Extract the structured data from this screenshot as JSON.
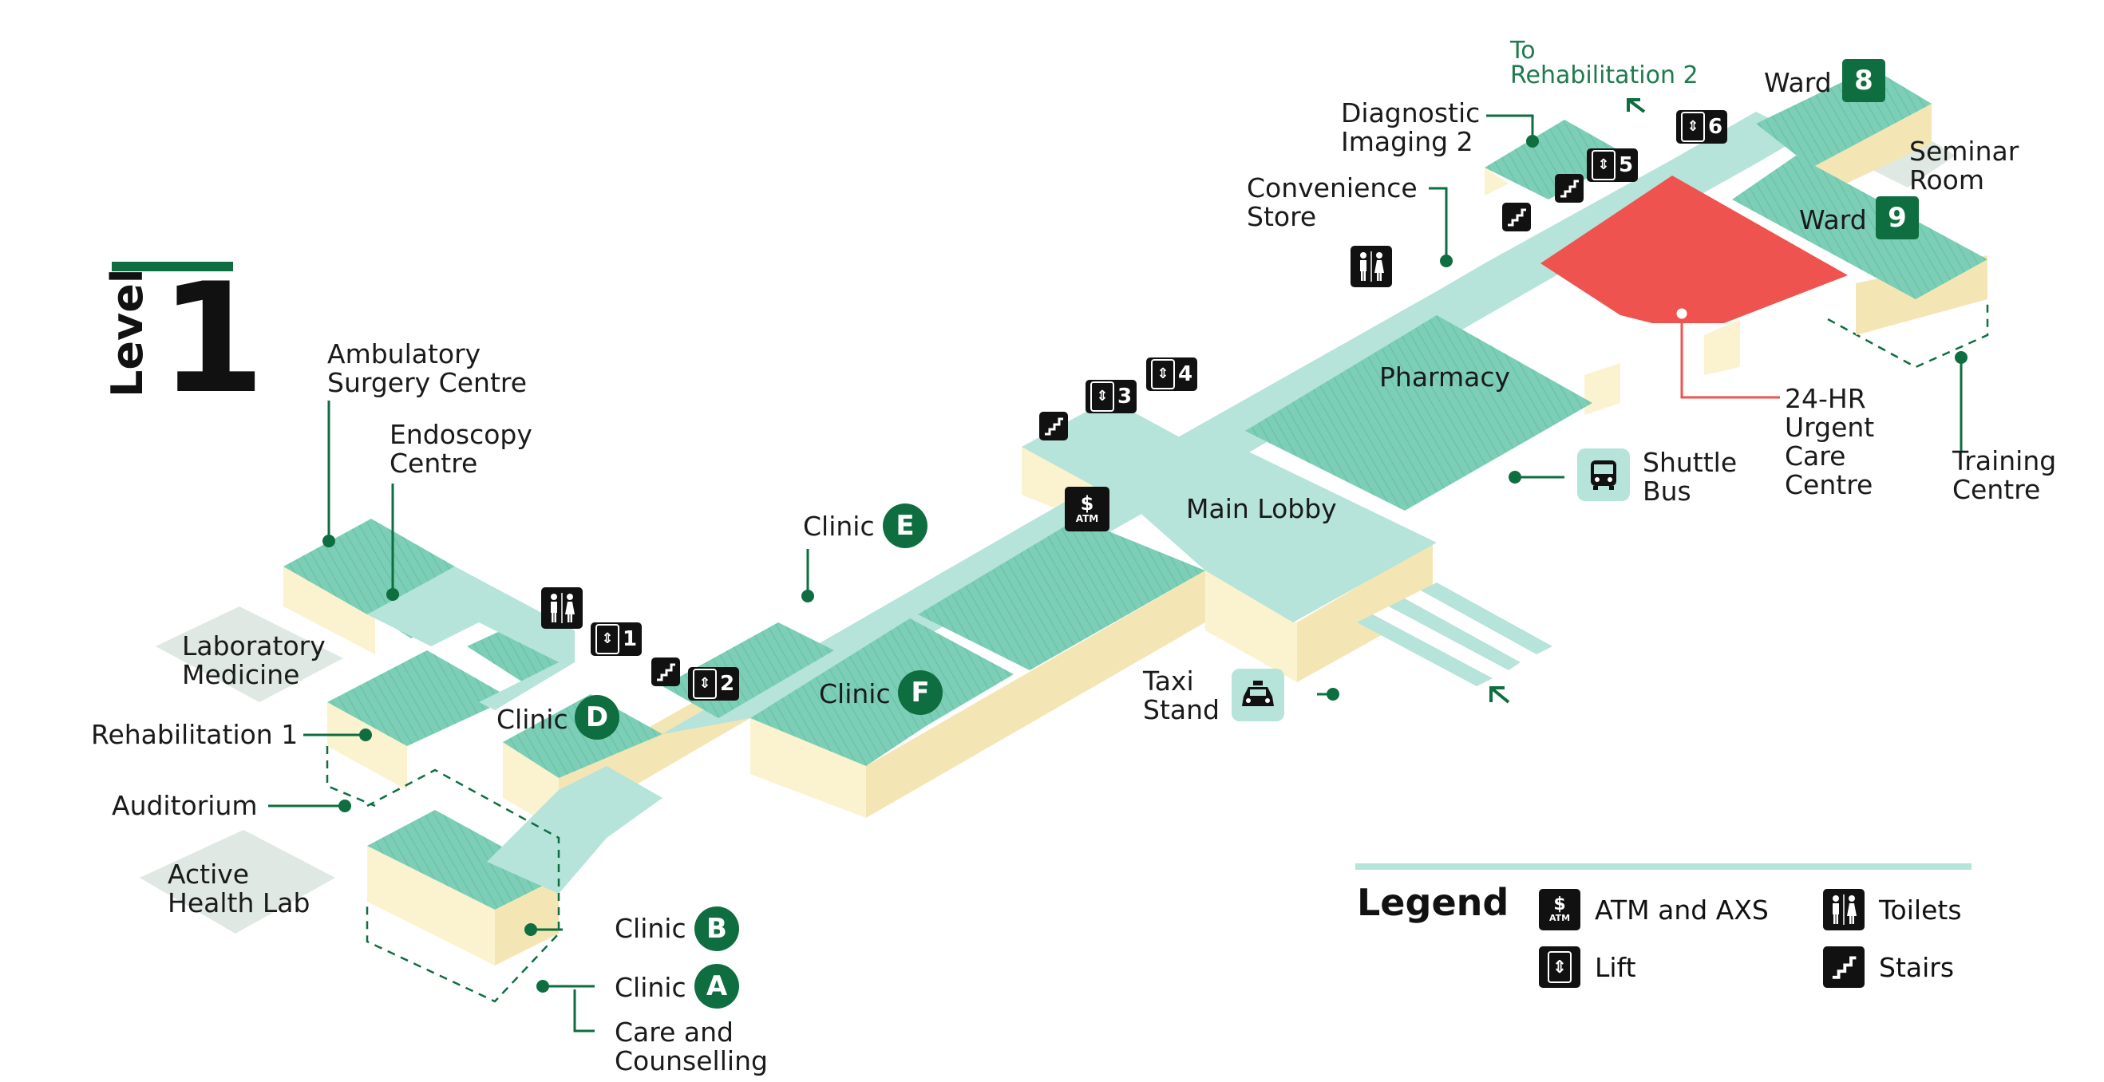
{
  "level": {
    "word": "Level",
    "number": "1"
  },
  "labels": {
    "ambulatory": "Ambulatory\nSurgery Centre",
    "endoscopy": "Endoscopy\nCentre",
    "laboratory": "Laboratory\nMedicine",
    "rehab1": "Rehabilitation 1",
    "auditorium": "Auditorium",
    "active_health": "Active\nHealth Lab",
    "clinic_word": "Clinic",
    "care_counselling": "Care and\nCounselling",
    "main_lobby": "Main Lobby",
    "pharmacy": "Pharmacy",
    "taxi": "Taxi\nStand",
    "shuttle": "Shuttle\nBus",
    "urgent": "24-HR\nUrgent\nCare\nCentre",
    "training": "Training\nCentre",
    "seminar": "Seminar\nRoom",
    "ward_word": "Ward",
    "diagnostic": "Diagnostic\nImaging 2",
    "convenience": "Convenience\nStore",
    "to_rehab2": "To\nRehabilitation 2"
  },
  "clinics": {
    "a": "A",
    "b": "B",
    "d": "D",
    "e": "E",
    "f": "F"
  },
  "wards": {
    "w8": "8",
    "w9": "9"
  },
  "lifts": {
    "l1": "1",
    "l2": "2",
    "l3": "3",
    "l4": "4",
    "l5": "5",
    "l6": "6"
  },
  "atm_text": "ATM",
  "legend": {
    "title": "Legend",
    "atm": "ATM and AXS",
    "lift": "Lift",
    "toilets": "Toilets",
    "stairs": "Stairs"
  },
  "colors": {
    "floor_green": "#7ccfb6",
    "corridor": "#b6e3da",
    "wall_cream": "#fbf2cf",
    "urgent_red": "#ef5350",
    "brand_green": "#0e6e3f",
    "grey_block": "#dfe8e2"
  }
}
